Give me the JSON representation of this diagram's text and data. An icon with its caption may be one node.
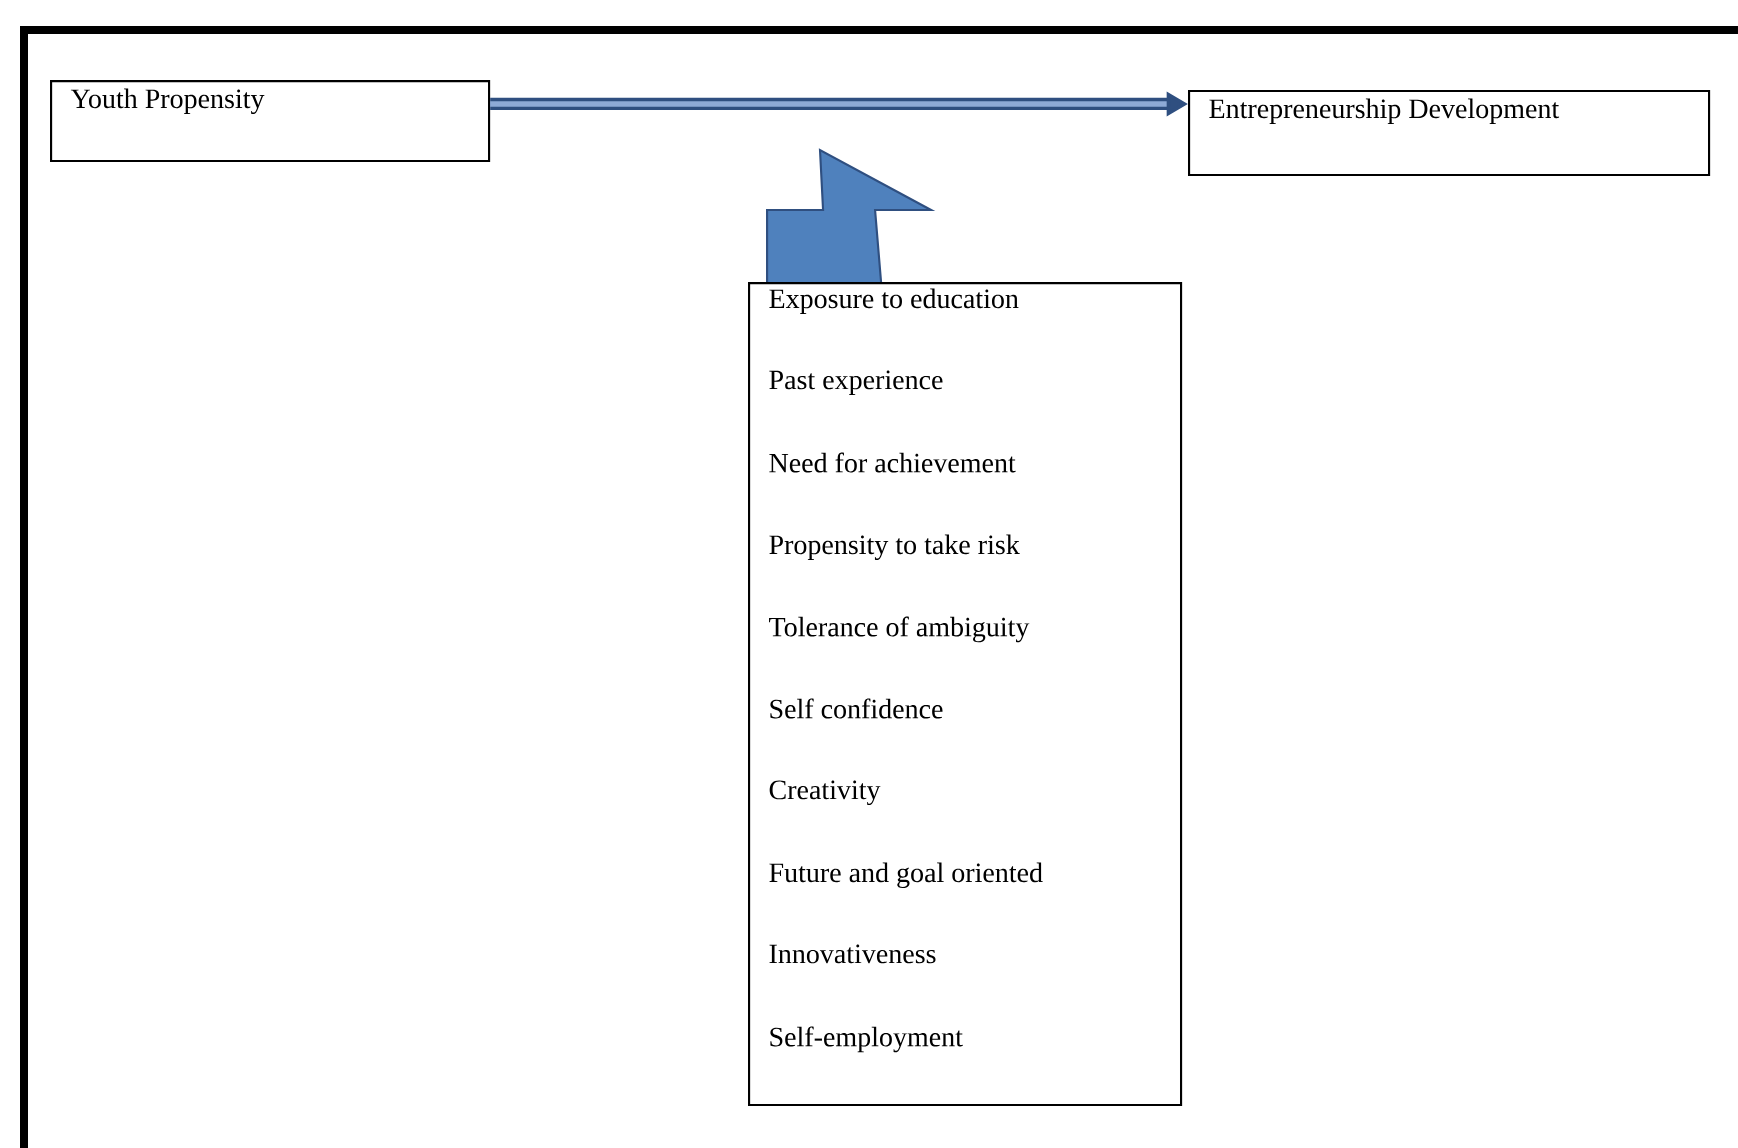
{
  "diagram": {
    "nodes": [
      {
        "text": [
          "Youth Propensity"
        ]
      },
      {
        "text": [
          "Entrepreneurship Development"
        ]
      },
      {
        "text": [
          "Exposure to education",
          "Past experience",
          "Need for achievement",
          "Propensity to take risk",
          "Tolerance of ambiguity",
          "Self confidence",
          "Creativity",
          "Future and goal oriented",
          "Innovativeness",
          "Self-employment"
        ]
      }
    ],
    "edges": [
      {
        "from": 0,
        "to": 1,
        "arrow": "to"
      },
      {
        "from": 2,
        "to": null,
        "arrow": "to",
        "style": "thick"
      }
    ]
  }
}
